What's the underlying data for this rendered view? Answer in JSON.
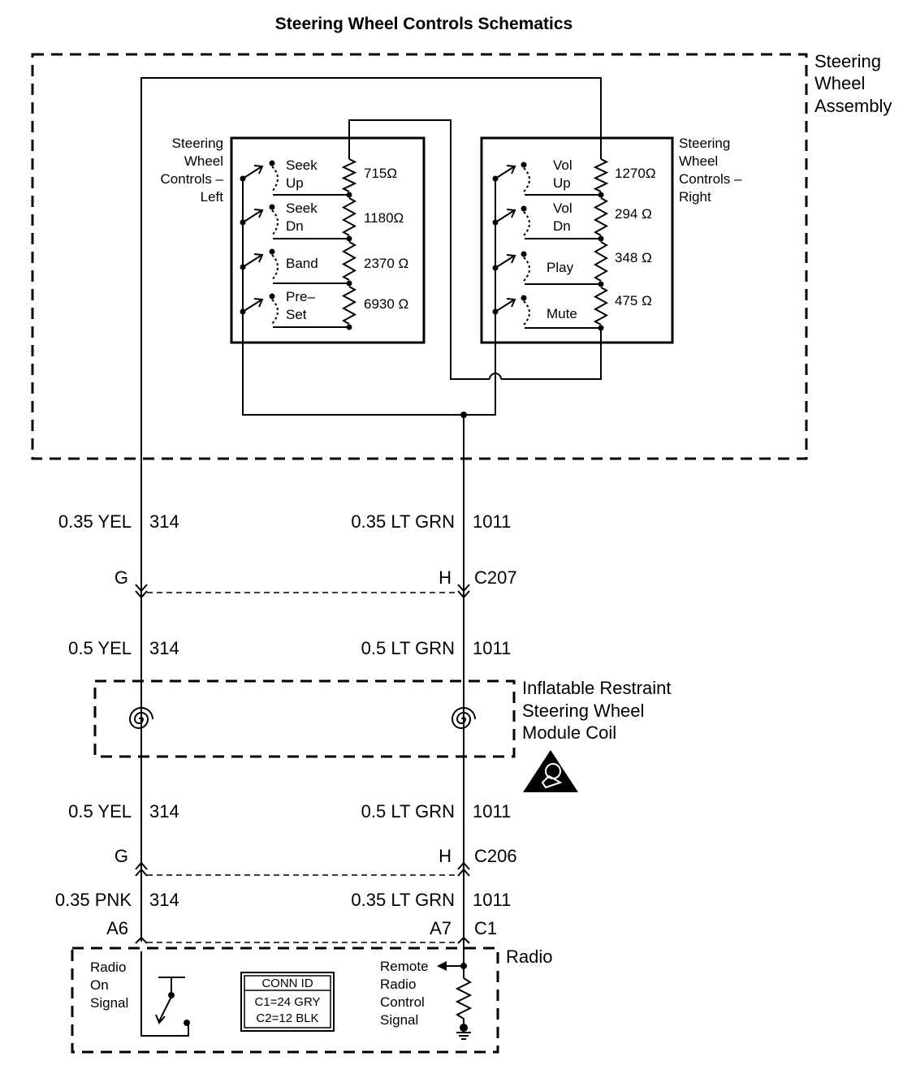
{
  "title": "Steering Wheel Controls Schematics",
  "assembly_label": [
    "Steering",
    "Wheel",
    "Assembly"
  ],
  "left_controls": {
    "label": [
      "Steering",
      "Wheel",
      "Controls –",
      "Left"
    ],
    "switches": [
      {
        "label": [
          "Seek",
          "Up"
        ],
        "resistance": "715Ω"
      },
      {
        "label": [
          "Seek",
          "Dn"
        ],
        "resistance": "1180Ω"
      },
      {
        "label": [
          "Band"
        ],
        "resistance": "2370 Ω"
      },
      {
        "label": [
          "Pre–",
          "Set"
        ],
        "resistance": "6930 Ω"
      }
    ]
  },
  "right_controls": {
    "label": [
      "Steering",
      "Wheel",
      "Controls –",
      "Right"
    ],
    "switches": [
      {
        "label": [
          "Vol",
          "Up"
        ],
        "resistance": "1270Ω"
      },
      {
        "label": [
          "Vol",
          "Dn"
        ],
        "resistance": "294 Ω"
      },
      {
        "label": [
          "Play"
        ],
        "resistance": "348 Ω"
      },
      {
        "label": [
          "Mute"
        ],
        "resistance": "475 Ω"
      }
    ]
  },
  "wires": {
    "seg1": {
      "left_color": "0.35 YEL",
      "left_circuit": "314",
      "right_color": "0.35 LT GRN",
      "right_circuit": "1011"
    },
    "seg2": {
      "left_color": "0.5 YEL",
      "left_circuit": "314",
      "right_color": "0.5 LT GRN",
      "right_circuit": "1011"
    },
    "seg3": {
      "left_color": "0.5 YEL",
      "left_circuit": "314",
      "right_color": "0.5 LT GRN",
      "right_circuit": "1011"
    },
    "seg4": {
      "left_color": "0.35 PNK",
      "left_circuit": "314",
      "right_color": "0.35 LT GRN",
      "right_circuit": "1011"
    }
  },
  "connectors": {
    "c207": {
      "left_pin": "G",
      "right_pin": "H",
      "name": "C207"
    },
    "c206": {
      "left_pin": "G",
      "right_pin": "H",
      "name": "C206"
    },
    "radio": {
      "left_pin": "A6",
      "right_pin": "A7",
      "name": "C1"
    }
  },
  "coil_label": [
    "Inflatable Restraint",
    "Steering Wheel",
    "Module Coil"
  ],
  "radio": {
    "label": "Radio",
    "on_signal": [
      "Radio",
      "On",
      "Signal"
    ],
    "remote_signal": [
      "Remote",
      "Radio",
      "Control",
      "Signal"
    ],
    "conn_id": {
      "title": "CONN ID",
      "c1": "C1=24 GRY",
      "c2": "C2=12 BLK"
    }
  }
}
